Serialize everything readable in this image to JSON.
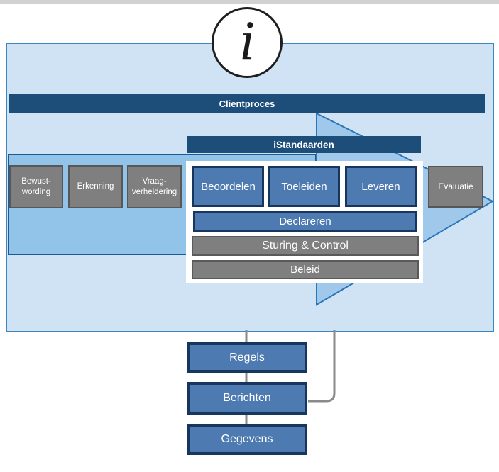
{
  "info_badge": "i",
  "header": {
    "clientproces": "Clientproces",
    "istandaarden": "iStandaarden"
  },
  "client_steps": [
    "Bewust-wording",
    "Erkenning",
    "Vraag-verheldering",
    "Evaluatie"
  ],
  "istandaarden_steps": [
    "Beoordelen",
    "Toeleiden",
    "Leveren"
  ],
  "istandaarden_layers": [
    "Declareren",
    "Sturing & Control",
    "Beleid"
  ],
  "foundation_boxes": [
    "Regels",
    "Berichten",
    "Gegevens"
  ],
  "colors": {
    "navy": "#1c4e79",
    "steel_blue": "#4d7ab1",
    "light_blue": "#cfe3f4",
    "medium_blue": "#92c4e9",
    "arrow_outline": "#2a76b8",
    "gray": "#7f7f7f",
    "connector_gray": "#8a8a8a",
    "text_white": "#ffffff"
  }
}
